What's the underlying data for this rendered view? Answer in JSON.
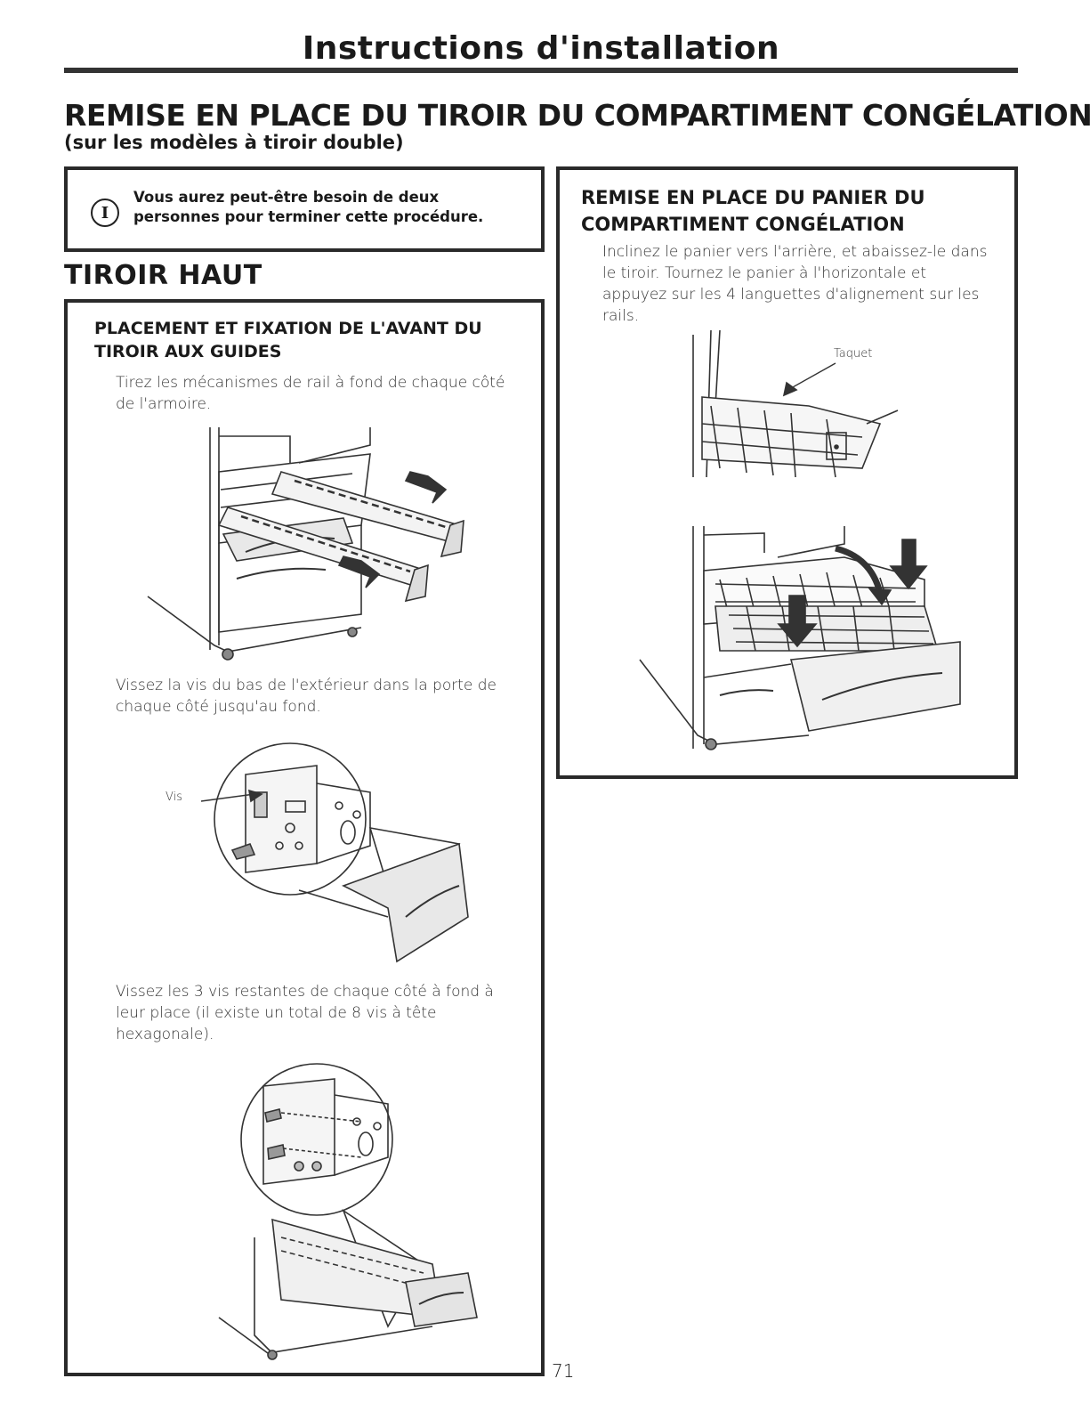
{
  "header": {
    "title": "Instructions d'installation"
  },
  "main": {
    "title": "REMISE EN PLACE DU TIROIR DU COMPARTIMENT CONGÉLATION",
    "subtitle": "(sur les modèles à tiroir double)"
  },
  "notice": {
    "icon": "info-icon",
    "icon_glyph": "I",
    "text": "Vous aurez peut-être besoin de deux personnes pour terminer cette procédure."
  },
  "upper_drawer": {
    "title": "TIROIR HAUT",
    "step_title": "PLACEMENT ET FIXATION DE L'AVANT DU TIROIR AUX GUIDES",
    "step1_text": "Tirez les mécanismes de rail à fond de chaque côté de l'armoire.",
    "step2_text": "Vissez la vis du bas de l'extérieur dans la porte de chaque côté jusqu'au fond.",
    "step2_label": "Vis",
    "step3_text": "Vissez les 3 vis restantes de chaque côté à fond à leur place (il existe un total de 8 vis à tête hexagonale)."
  },
  "basket": {
    "title": "REMISE EN PLACE DU PANIER DU COMPARTIMENT CONGÉLATION",
    "text": "Inclinez le panier vers l'arrière, et abaissez-le dans le tiroir. Tournez le panier à l'horizontale et appuyez sur les 4 languettes d'alignement sur les rails.",
    "figure_label": "Taquet"
  },
  "page_number": "71"
}
